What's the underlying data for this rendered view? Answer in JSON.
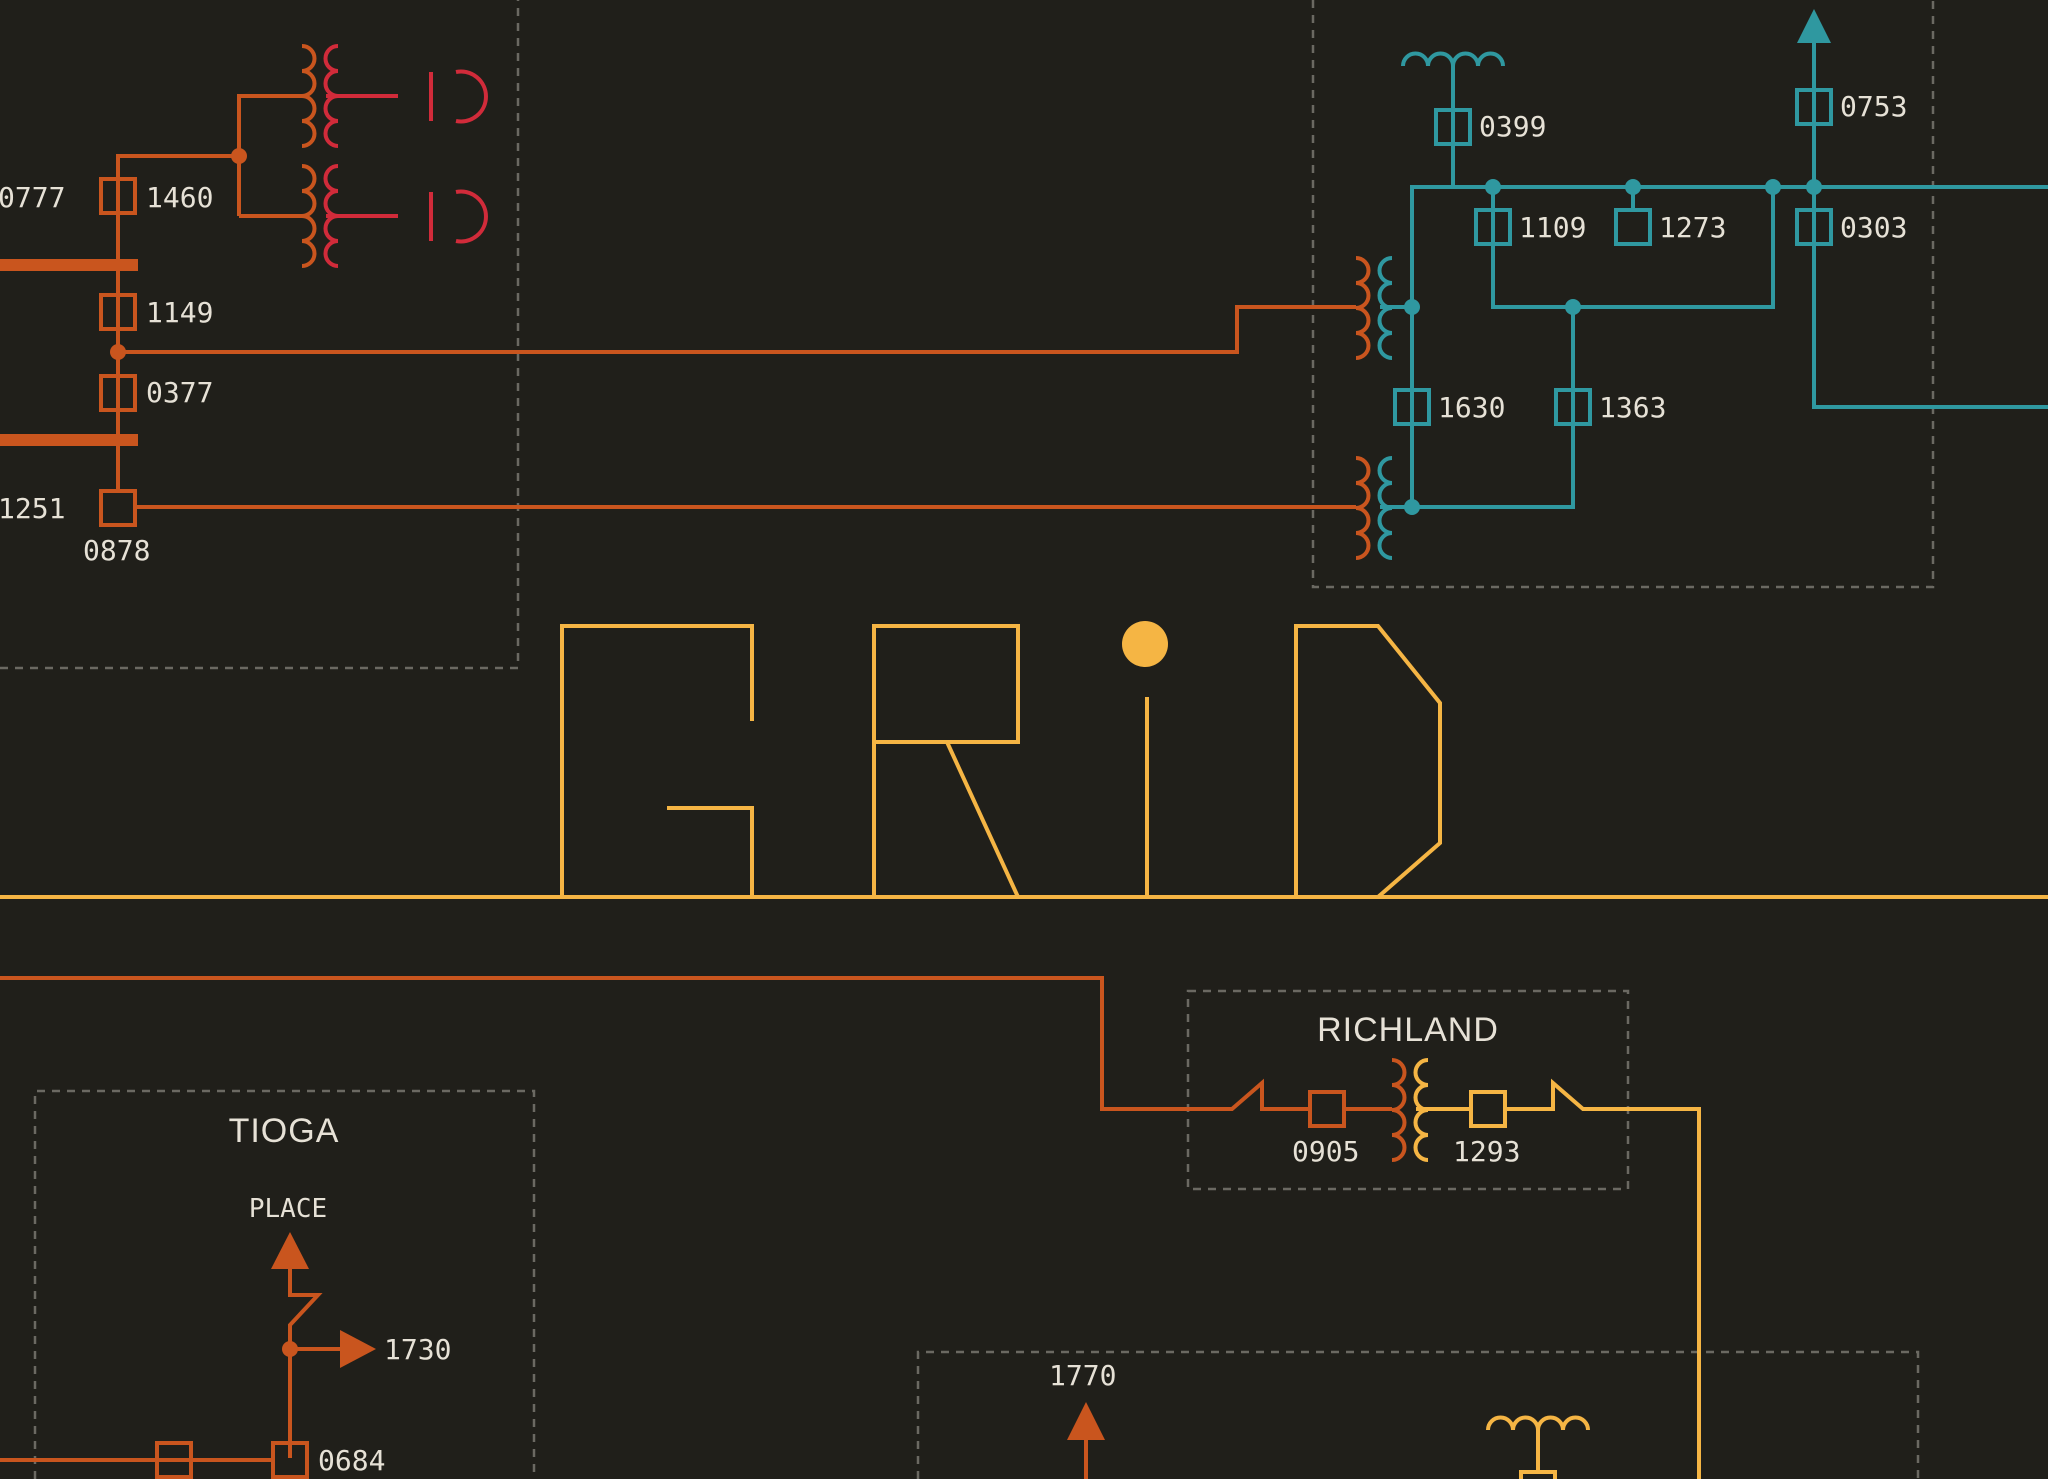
{
  "colors": {
    "background": "#201f1a",
    "orange": "#c9551e",
    "teal": "#2f98a0",
    "yellow": "#f5b544",
    "red": "#d12b3a"
  },
  "title": {
    "letters": [
      "G",
      "R",
      "i",
      "D"
    ]
  },
  "substations": {
    "richland": {
      "name": "RICHLAND",
      "breakers": [
        "0905",
        "1293"
      ]
    },
    "tioga": {
      "name": "TIOGA",
      "place": "PLACE",
      "outputs": [
        "1730",
        "0684"
      ]
    }
  },
  "breakers_top_left": [
    "0777",
    "1460",
    "1149",
    "0377",
    "1251",
    "0878"
  ],
  "breakers_top_right": [
    "0399",
    "0753",
    "1109",
    "1273",
    "0303",
    "1630",
    "1363"
  ],
  "bottom_right": {
    "output": "1770"
  }
}
